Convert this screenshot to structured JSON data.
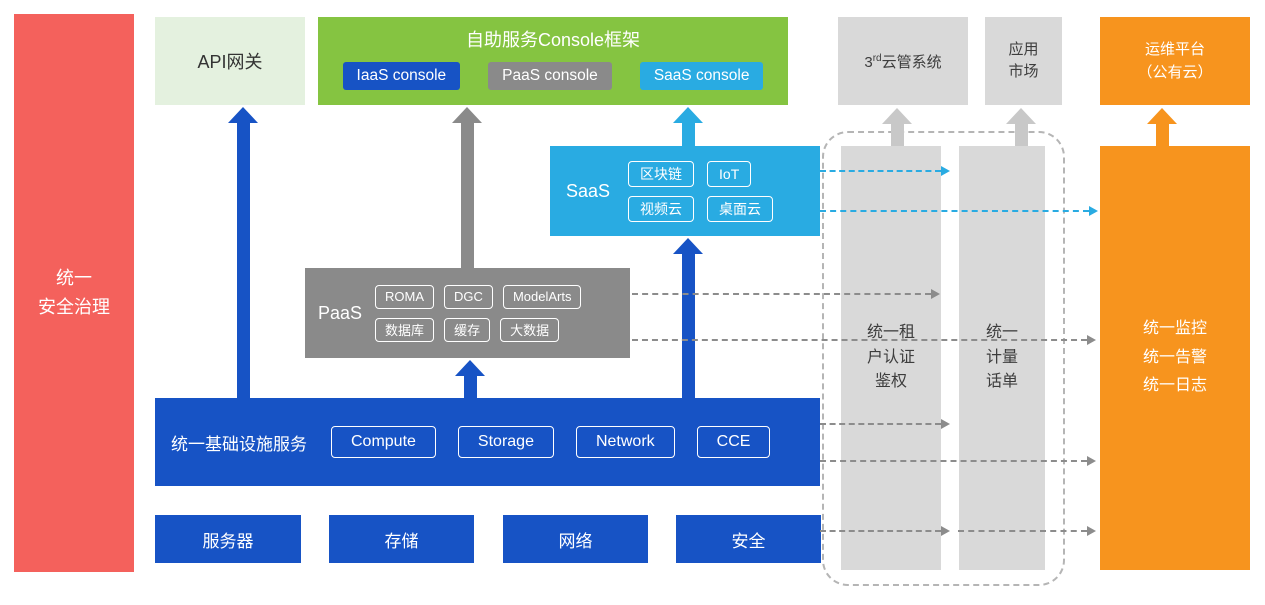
{
  "palette": {
    "red": "#F4615C",
    "pale_green": "#E4F1DF",
    "green": "#85C441",
    "blue": "#1753C5",
    "gray": "#8A8A8A",
    "light_gray": "#D9D9D9",
    "cyan": "#29ABE2",
    "orange": "#F7941E"
  },
  "security_bar": {
    "label": "统一\n安全治理"
  },
  "api_gateway": {
    "label": "API网关"
  },
  "console_frame": {
    "title": "自助服务Console框架",
    "iaas": "IaaS console",
    "paas": "PaaS console",
    "saas": "SaaS console"
  },
  "third_party_cloud": {
    "prefix": "3",
    "sup": "rd",
    "suffix": "云管系统"
  },
  "app_market": {
    "label": "应用\n市场"
  },
  "om_platform": {
    "label": "运维平台\n（公有云）"
  },
  "saas": {
    "label": "SaaS",
    "items": [
      "区块链",
      "IoT",
      "视频云",
      "桌面云"
    ]
  },
  "paas": {
    "label": "PaaS",
    "items": [
      "ROMA",
      "DGC",
      "ModelArts",
      "数据库",
      "缓存",
      "大数据"
    ]
  },
  "infrastructure": {
    "label": "统一基础设施服务",
    "items": [
      "Compute",
      "Storage",
      "Network",
      "CCE"
    ]
  },
  "bottom_row": {
    "items": [
      "服务器",
      "存储",
      "网络",
      "安全"
    ]
  },
  "tenant_auth_bar": {
    "label": "统一租\n户认证\n鉴权"
  },
  "metering_bar": {
    "label": "统一\n计量\n话单"
  },
  "monitoring_bar": {
    "label": "统一监控\n统一告警\n统一日志"
  }
}
